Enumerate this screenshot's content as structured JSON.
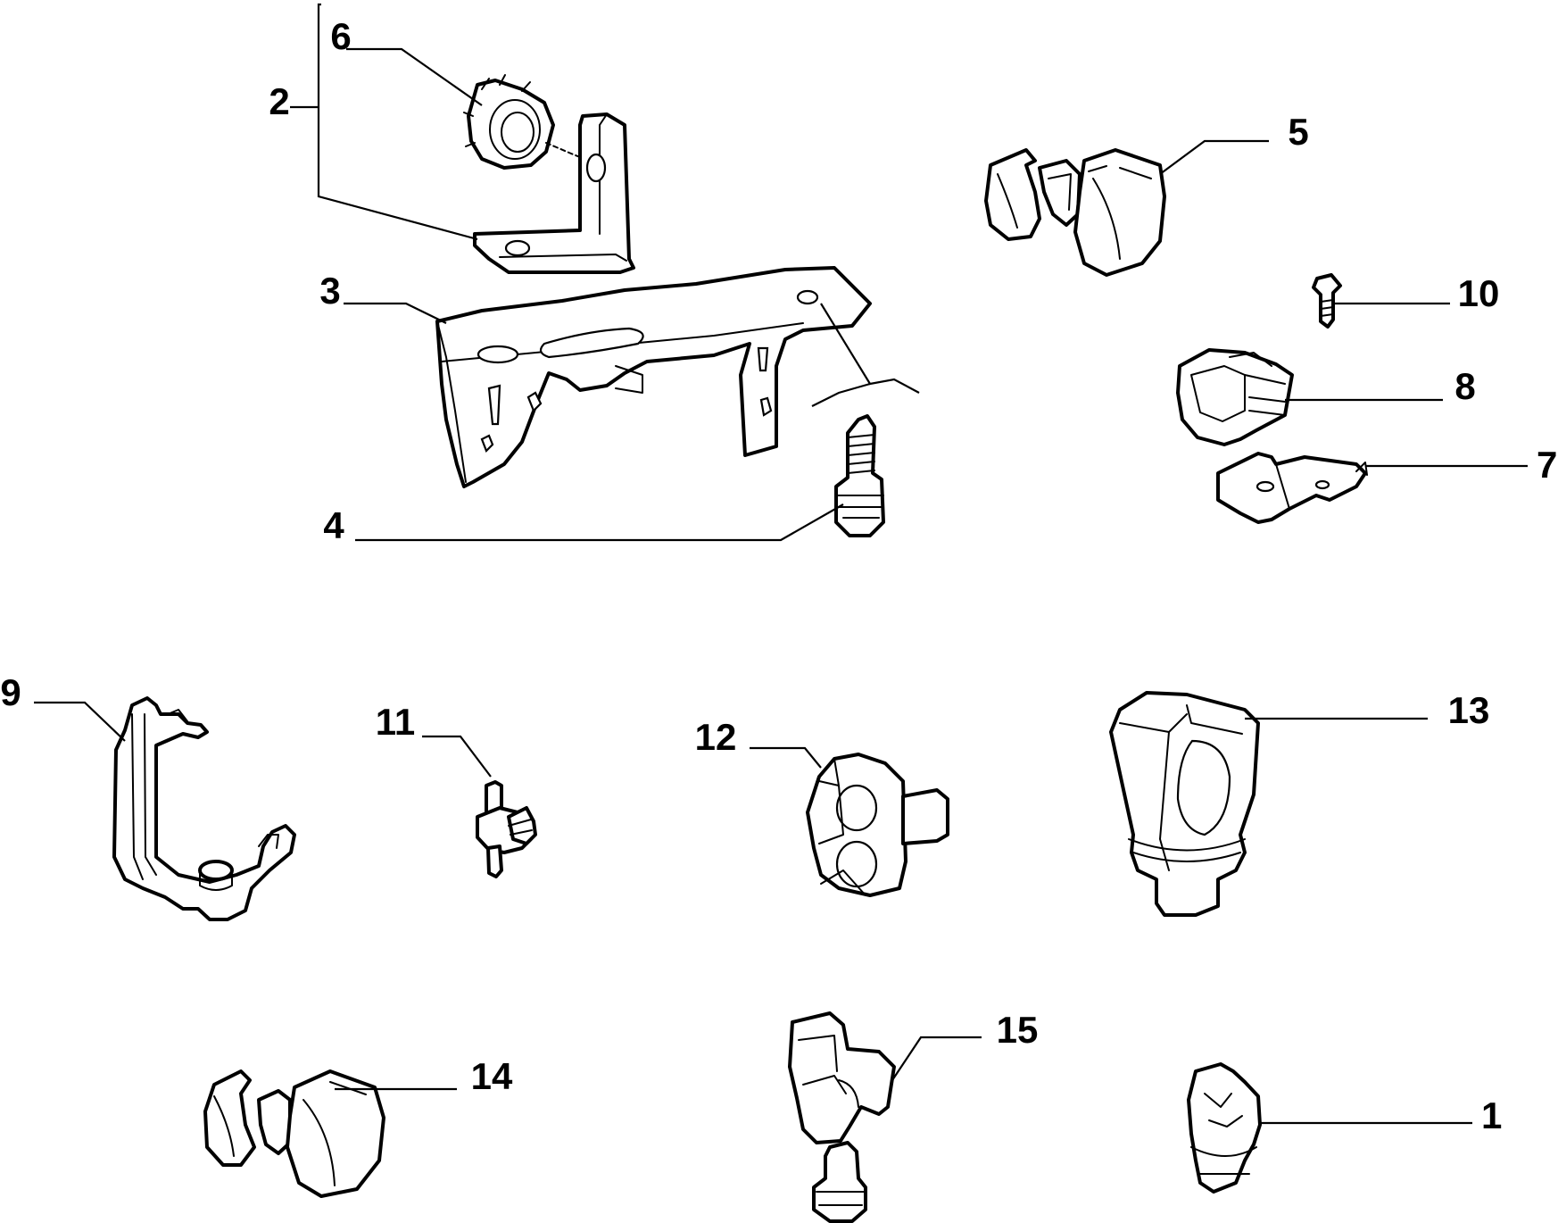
{
  "figure": {
    "background": "#ffffff",
    "line_color": "#000000"
  },
  "callouts": [
    {
      "id": "c1",
      "label": "1"
    },
    {
      "id": "c2",
      "label": "2"
    },
    {
      "id": "c3",
      "label": "3"
    },
    {
      "id": "c4",
      "label": "4"
    },
    {
      "id": "c5",
      "label": "5"
    },
    {
      "id": "c6",
      "label": "6"
    },
    {
      "id": "c7",
      "label": "7"
    },
    {
      "id": "c8",
      "label": "8"
    },
    {
      "id": "c9",
      "label": "9"
    },
    {
      "id": "c10",
      "label": "10"
    },
    {
      "id": "c11",
      "label": "11"
    },
    {
      "id": "c12",
      "label": "12"
    },
    {
      "id": "c13",
      "label": "13"
    },
    {
      "id": "c14",
      "label": "14"
    },
    {
      "id": "c15",
      "label": "15"
    }
  ]
}
